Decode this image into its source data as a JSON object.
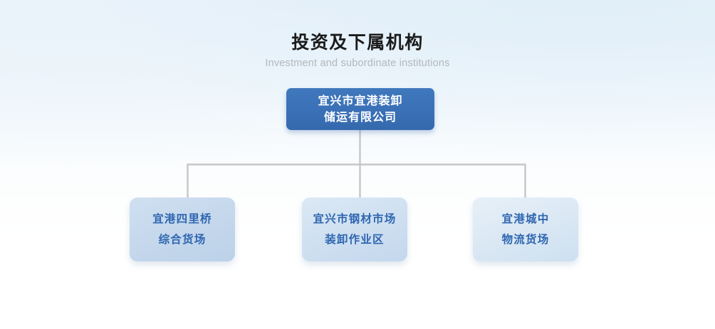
{
  "heading": {
    "title_cn": "投资及下属机构",
    "title_en": "Investment and subordinate institutions"
  },
  "chart": {
    "type": "org-chart",
    "root": {
      "id": "root",
      "line1": "宜兴市宜港装卸",
      "line2": "储运有限公司",
      "text_color": "#ffffff",
      "fill_color": "#3a70b6"
    },
    "children": [
      {
        "id": "child-0",
        "line1": "宜港四里桥",
        "line2": "综合货场",
        "text_color": "#2f66b0",
        "fill_color": "#c6d8ec"
      },
      {
        "id": "child-1",
        "line1": "宜兴市钢材市场",
        "line2": "装卸作业区",
        "text_color": "#2f66b0",
        "fill_color": "#cfe0f1"
      },
      {
        "id": "child-2",
        "line1": "宜港城中",
        "line2": "物流货场",
        "text_color": "#2f66b0",
        "fill_color": "#dbe8f4"
      }
    ],
    "connector_color": "#c6c6c6"
  }
}
